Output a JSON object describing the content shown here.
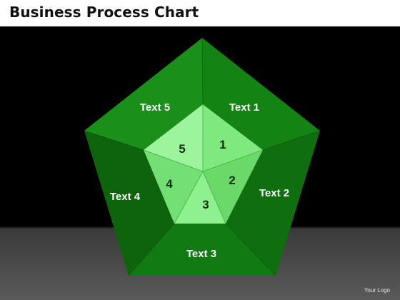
{
  "page": {
    "title": "Business Process Chart",
    "logo_text": "Your Logo"
  },
  "colors": {
    "outer_dark": "#0c5a0c",
    "outer_mid": "#138813",
    "outer_light": "#1ea51e",
    "inner_light": "#9af59a",
    "inner_mid": "#6be06b",
    "text_outer": "#ffffff",
    "text_inner": "#0d2a0d"
  },
  "diagram": {
    "segments": [
      {
        "number": "1",
        "label": "Text 1"
      },
      {
        "number": "2",
        "label": "Text 2"
      },
      {
        "number": "3",
        "label": "Text 3"
      },
      {
        "number": "4",
        "label": "Text 4"
      },
      {
        "number": "5",
        "label": "Text 5"
      }
    ]
  }
}
